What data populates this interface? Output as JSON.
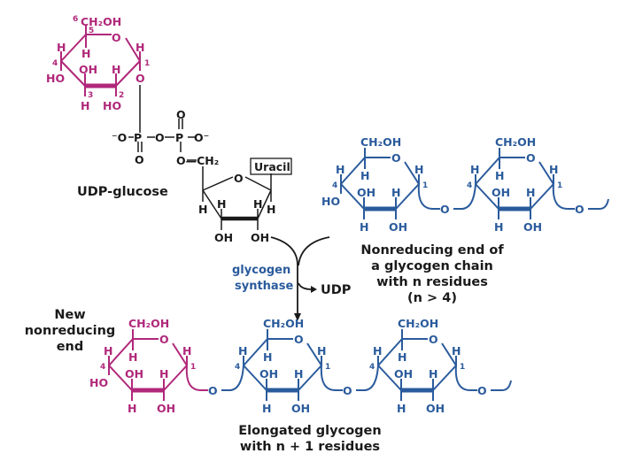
{
  "colors": {
    "glucose_new": "#b0287a",
    "glycogen": "#2a5b9c",
    "udp": "#1a1a1a",
    "enzyme": "#2a5b9c"
  },
  "udp_glucose": {
    "label": "UDP-glucose",
    "glucose": {
      "ch2oh": "CH₂OH",
      "c6_number": "6",
      "c5_number": "5",
      "c4_number": "4",
      "c3_number": "3",
      "c2_number": "2",
      "c1_number": "1",
      "ring_o": "O",
      "h": "H",
      "oh": "OH",
      "ho": "HO",
      "glycosidic_o": "O"
    },
    "phosphate": {
      "left_o_minus": "⁻O",
      "p": "P",
      "o": "O",
      "right_o_minus": "O⁻",
      "o_ch2": "O—CH₂"
    },
    "ribose": {
      "ring_o": "O",
      "h": "H",
      "oh": "OH",
      "base_label": "Uracil"
    }
  },
  "reaction": {
    "enzyme_line1": "glycogen",
    "enzyme_line2": "synthase",
    "product": "UDP"
  },
  "nonreducing_chain": {
    "caption_lines": [
      "Nonreducing end of",
      "a glycogen chain",
      "with n residues",
      "(n > 4)"
    ],
    "residue": {
      "ch2oh": "CH₂OH",
      "ring_o": "O",
      "h": "H",
      "oh": "OH",
      "ho": "HO",
      "c4_number": "4",
      "c1_number": "1",
      "link_o": "O"
    }
  },
  "product_chain": {
    "new_end_label_lines": [
      "New",
      "nonreducing",
      "end"
    ],
    "caption_lines": [
      "Elongated  glycogen",
      "with n + 1 residues"
    ],
    "residue": {
      "ch2oh": "CH₂OH",
      "ring_o": "O",
      "h": "H",
      "oh": "OH",
      "ho": "HO",
      "c4_number": "4",
      "c1_number": "1",
      "link_o": "O"
    }
  }
}
